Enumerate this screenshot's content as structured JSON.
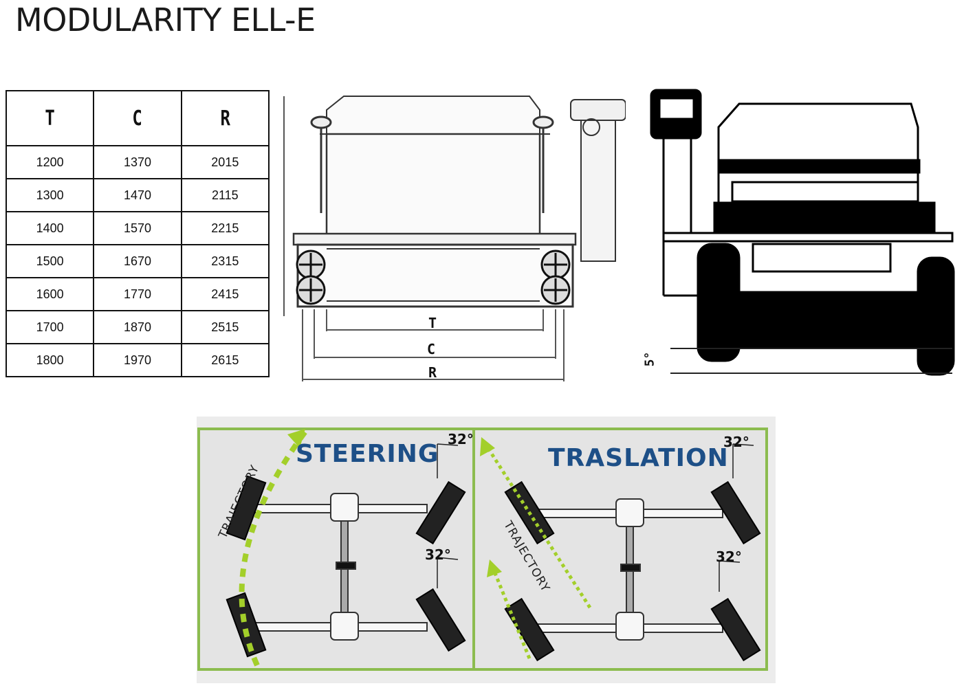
{
  "title": "MODULARITY ELL-E",
  "table": {
    "headers": [
      "T",
      "C",
      "R"
    ],
    "rows": [
      [
        "1200",
        "1370",
        "2015"
      ],
      [
        "1300",
        "1470",
        "2115"
      ],
      [
        "1400",
        "1570",
        "2215"
      ],
      [
        "1500",
        "1670",
        "2315"
      ],
      [
        "1600",
        "1770",
        "2415"
      ],
      [
        "1700",
        "1870",
        "2515"
      ],
      [
        "1800",
        "1970",
        "2615"
      ]
    ]
  },
  "front_view": {
    "dim_labels": [
      "T",
      "C",
      "R"
    ]
  },
  "side_view": {
    "angle_label": "5°"
  },
  "steering_panel": {
    "title": "STEERING",
    "trajectory_label": "TRAJECTORY",
    "angle_top": "32°",
    "angle_bottom": "32°"
  },
  "traslation_panel": {
    "title": "TRASLATION",
    "trajectory_label": "TRAJECTORY",
    "angle_top": "32°",
    "angle_bottom": "32°"
  },
  "colors": {
    "panel_border": "#8cbc4f",
    "trajectory_arrow": "#a3cf2a",
    "panel_title": "#1d4f87",
    "panel_background": "#e6e6e6"
  }
}
